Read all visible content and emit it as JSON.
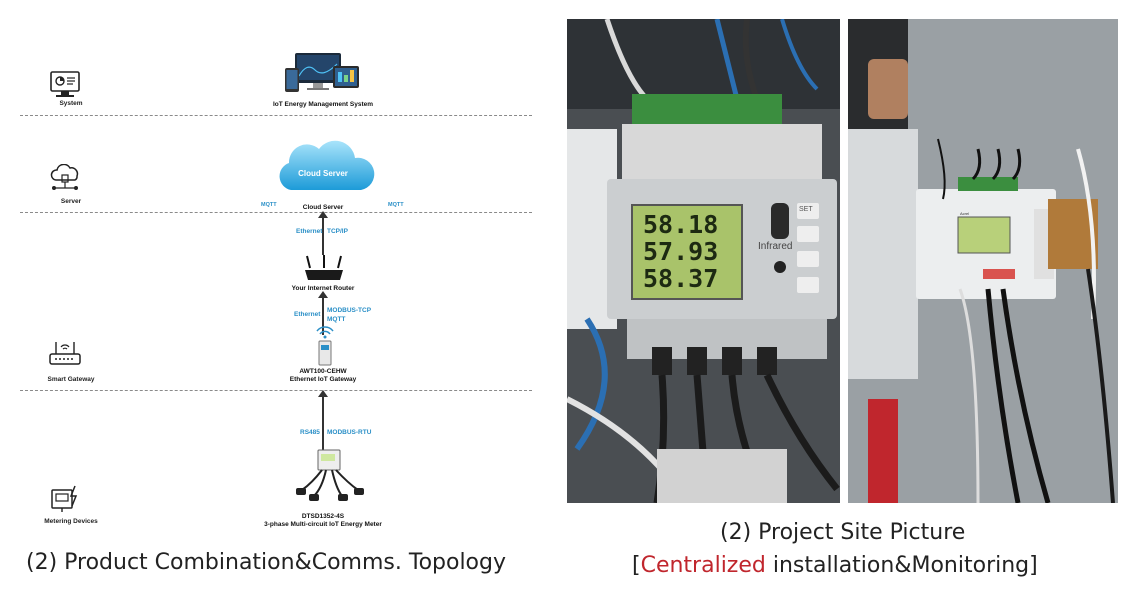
{
  "topology": {
    "levels": [
      {
        "label": "System",
        "icon": "monitor-chart-icon"
      },
      {
        "label": "Server",
        "icon": "cloud-network-icon"
      },
      {
        "label": "Smart Gateway",
        "icon": "router-icon"
      },
      {
        "label": "Metering Devices",
        "icon": "meter-icon"
      }
    ],
    "system_name": "IoT Energy Management System",
    "cloud_label": "Cloud Server",
    "cloud_caption": "Cloud Server",
    "mqtt_left": "MQTT",
    "mqtt_right": "MQTT",
    "link1_a": "Ethernet",
    "link1_b": "TCP/IP",
    "router_label": "Your Internet Router",
    "link2_a": "Ethernet",
    "link2_b": "MODBUS-TCP",
    "link2_c": "MQTT",
    "gateway_model": "AWT100-CEHW",
    "gateway_name": "Ethernet IoT Gateway",
    "link3_a": "RS485",
    "link3_b": "MODBUS-RTU",
    "meter_model": "DTSD1352-4S",
    "meter_name": "3-phase Multi-circuit IoT Energy Meter"
  },
  "caption_left": "(2) Product Combination&Comms. Topology",
  "caption_right_line1": "(2) Project Site Picture",
  "caption_right_open": "[",
  "caption_right_highlight": "Centralized",
  "caption_right_rest": " installation&Monitoring]",
  "photo1": {
    "display_lines": [
      "58.18",
      "57.93",
      "58.37"
    ],
    "side_label": "Infrared",
    "set_button": "SET"
  },
  "photo2": {
    "brand": "Acrel"
  }
}
